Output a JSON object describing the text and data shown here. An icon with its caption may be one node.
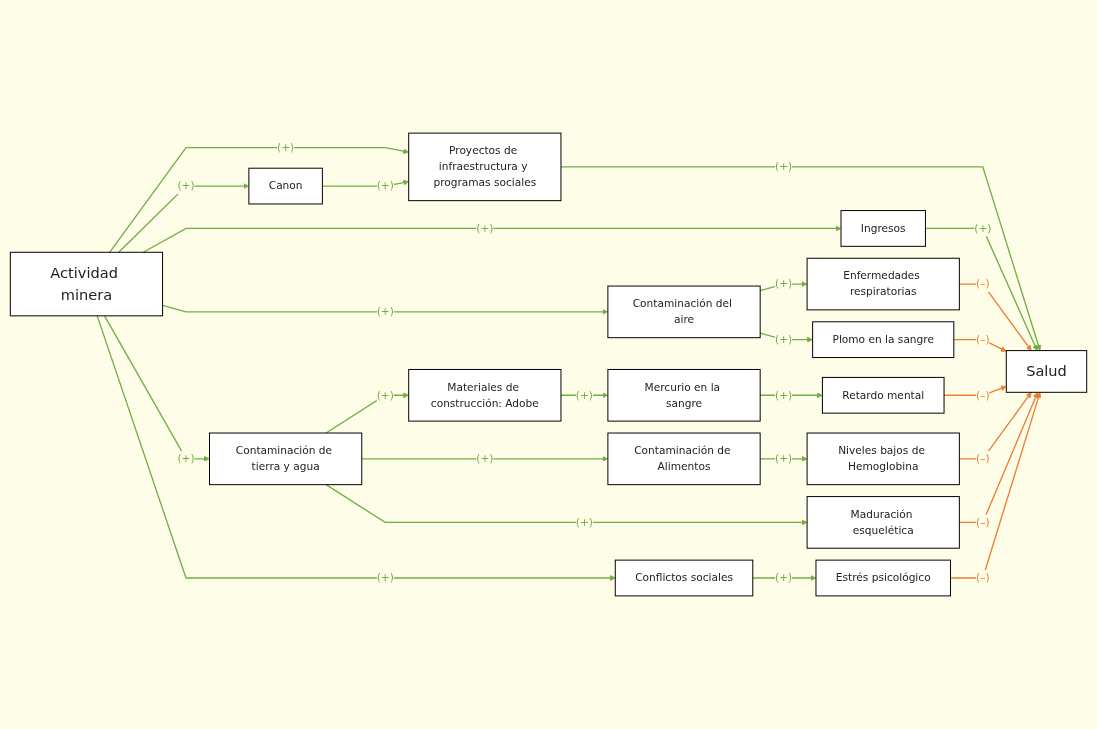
{
  "diagram": {
    "nodes": [
      {
        "text": [
          "Actividad minera"
        ]
      },
      {
        "text": [
          "Proyectos de infraestructura y programas sociales"
        ]
      },
      {
        "text": [
          "Canon"
        ]
      },
      {
        "text": [
          "Ingresos"
        ]
      },
      {
        "text": [
          "Salud"
        ]
      },
      {
        "text": [
          "Contaminación del aire"
        ]
      },
      {
        "text": [
          "Enfermedades respiratorias"
        ]
      },
      {
        "text": [
          "Plomo en la sangre"
        ]
      },
      {
        "text": [
          "Contaminación de tierra y agua"
        ]
      },
      {
        "text": [
          "Materiales de construcción: Adobe"
        ]
      },
      {
        "text": [
          "Mercurio en la sangre"
        ]
      },
      {
        "text": [
          "Retardo mental"
        ]
      },
      {
        "text": [
          "Contaminación de Alimentos"
        ]
      },
      {
        "text": [
          "Niveles bajos de Hemoglobina"
        ]
      },
      {
        "text": [
          "Maduración esquelética"
        ]
      },
      {
        "text": [
          "Conflictos sociales"
        ]
      },
      {
        "text": [
          "Estrés psicológico"
        ]
      }
    ],
    "edges": [
      {
        "from": 0,
        "to": 1,
        "arrow": "to",
        "label": "(+)"
      },
      {
        "from": 0,
        "to": 2,
        "arrow": "to",
        "label": "(+)"
      },
      {
        "from": 0,
        "to": 3,
        "arrow": "to",
        "label": "(+)"
      },
      {
        "from": 2,
        "to": 1,
        "arrow": "to",
        "label": "(+)"
      },
      {
        "from": 1,
        "to": 4,
        "arrow": "to",
        "label": "(+)"
      },
      {
        "from": 3,
        "to": 4,
        "arrow": "to",
        "label": "(+)"
      },
      {
        "from": 0,
        "to": 5,
        "arrow": "to",
        "label": "(+)"
      },
      {
        "from": 5,
        "to": 6,
        "arrow": "to",
        "label": "(+)"
      },
      {
        "from": 5,
        "to": 7,
        "arrow": "to",
        "label": "(+)"
      },
      {
        "from": 0,
        "to": 8,
        "arrow": "to",
        "label": "(+)"
      },
      {
        "from": 8,
        "to": 9,
        "arrow": "to",
        "label": "(+)"
      },
      {
        "from": 9,
        "to": 10,
        "arrow": "to",
        "label": "(+)"
      },
      {
        "from": 10,
        "to": 11,
        "arrow": "to",
        "label": "(+)"
      },
      {
        "from": 8,
        "to": 12,
        "arrow": "to",
        "label": "(+)"
      },
      {
        "from": 12,
        "to": 13,
        "arrow": "to",
        "label": "(+)"
      },
      {
        "from": 8,
        "to": 14,
        "arrow": "to",
        "label": "(+)"
      },
      {
        "from": 0,
        "to": 15,
        "arrow": "to",
        "label": "(+)"
      },
      {
        "from": 15,
        "to": 16,
        "arrow": "to",
        "label": "(+)"
      },
      {
        "from": 6,
        "to": 4,
        "arrow": "to",
        "label": "(–)",
        "color": "#ed7d31"
      },
      {
        "from": 7,
        "to": 4,
        "arrow": "to",
        "label": "(–)",
        "color": "#ed7d31"
      },
      {
        "from": 11,
        "to": 4,
        "arrow": "to",
        "label": "(–)",
        "color": "#ed7d31"
      },
      {
        "from": 13,
        "to": 4,
        "arrow": "to",
        "label": "(–)",
        "color": "#ed7d31"
      },
      {
        "from": 14,
        "to": 4,
        "arrow": "to",
        "label": "(–)",
        "color": "#ed7d31"
      },
      {
        "from": 16,
        "to": 4,
        "arrow": "to",
        "label": "(–)",
        "color": "#ed7d31"
      }
    ]
  }
}
